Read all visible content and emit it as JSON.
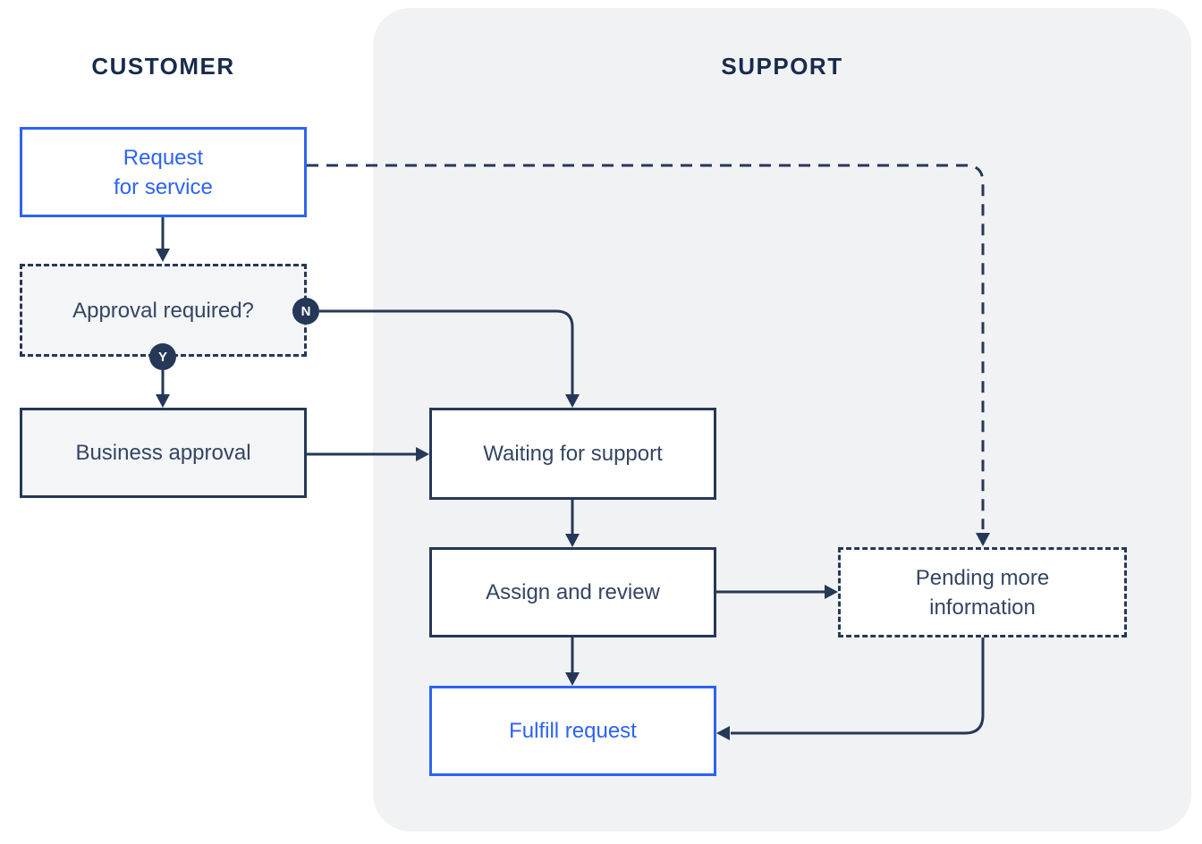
{
  "diagram": {
    "lanes": [
      {
        "id": "customer",
        "title": "CUSTOMER"
      },
      {
        "id": "support",
        "title": "SUPPORT"
      }
    ],
    "nodes": {
      "request": {
        "lines": [
          "Request",
          "for service"
        ],
        "style": "highlighted-blue"
      },
      "approval": {
        "lines": [
          "Approval required?"
        ],
        "style": "dashed-gray"
      },
      "business": {
        "lines": [
          "Business approval"
        ],
        "style": "solid-gray"
      },
      "waiting": {
        "lines": [
          "Waiting for support"
        ],
        "style": "solid-white"
      },
      "assign": {
        "lines": [
          "Assign and review"
        ],
        "style": "solid-white"
      },
      "pending": {
        "lines": [
          "Pending more",
          "information"
        ],
        "style": "dashed-white"
      },
      "fulfill": {
        "lines": [
          "Fulfill request"
        ],
        "style": "highlighted-blue"
      }
    },
    "badges": {
      "no": "N",
      "yes": "Y"
    },
    "edges": [
      {
        "from": "request",
        "to": "pending",
        "style": "dashed",
        "label": ""
      },
      {
        "from": "request",
        "to": "approval",
        "style": "solid",
        "label": ""
      },
      {
        "from": "approval",
        "to": "waiting",
        "style": "solid",
        "label": "N"
      },
      {
        "from": "approval",
        "to": "business",
        "style": "solid",
        "label": "Y"
      },
      {
        "from": "business",
        "to": "waiting",
        "style": "solid",
        "label": ""
      },
      {
        "from": "waiting",
        "to": "assign",
        "style": "solid",
        "label": ""
      },
      {
        "from": "assign",
        "to": "pending",
        "style": "solid",
        "label": ""
      },
      {
        "from": "assign",
        "to": "fulfill",
        "style": "solid",
        "label": ""
      },
      {
        "from": "pending",
        "to": "fulfill",
        "style": "solid",
        "label": ""
      }
    ],
    "colors": {
      "accent_blue": "#2D62F4",
      "title_navy": "#172B4D",
      "line_navy": "#253858",
      "text_navy": "#344563",
      "panel_bg": "#F1F2F4",
      "gray_node_bg": "#F4F5F7",
      "white": "#FFFFFF"
    }
  }
}
